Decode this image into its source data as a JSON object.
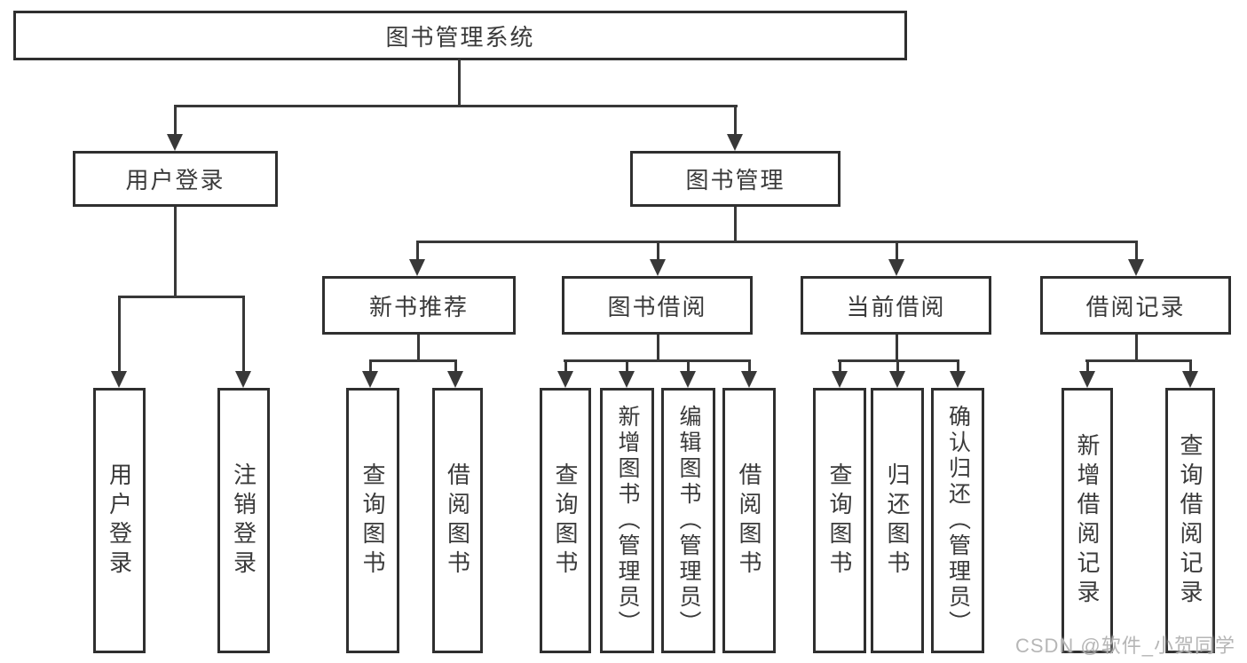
{
  "tree": {
    "root": {
      "label": "图书管理系统",
      "children": [
        {
          "label": "用户登录",
          "children": [
            {
              "label": "用户登录"
            },
            {
              "label": "注销登录"
            }
          ]
        },
        {
          "label": "图书管理",
          "children": [
            {
              "label": "新书推荐",
              "children": [
                {
                  "label": "查询图书"
                },
                {
                  "label": "借阅图书"
                }
              ]
            },
            {
              "label": "图书借阅",
              "children": [
                {
                  "label": "查询图书"
                },
                {
                  "label": "新增图书（管理员）"
                },
                {
                  "label": "编辑图书（管理员）"
                },
                {
                  "label": "借阅图书"
                }
              ]
            },
            {
              "label": "当前借阅",
              "children": [
                {
                  "label": "查询图书"
                },
                {
                  "label": "归还图书"
                },
                {
                  "label": "确认归还（管理员）"
                }
              ]
            },
            {
              "label": "借阅记录",
              "children": [
                {
                  "label": "新增借阅记录"
                },
                {
                  "label": "查询借阅记录"
                }
              ]
            }
          ]
        }
      ]
    }
  },
  "watermark": {
    "text": "CSDN @软件_小贺同学"
  },
  "colors": {
    "line": "#383838",
    "border": "#2f2f2f",
    "text": "#3a3a3a",
    "watermark": "#b2b2b2",
    "background": "#ffffff"
  }
}
